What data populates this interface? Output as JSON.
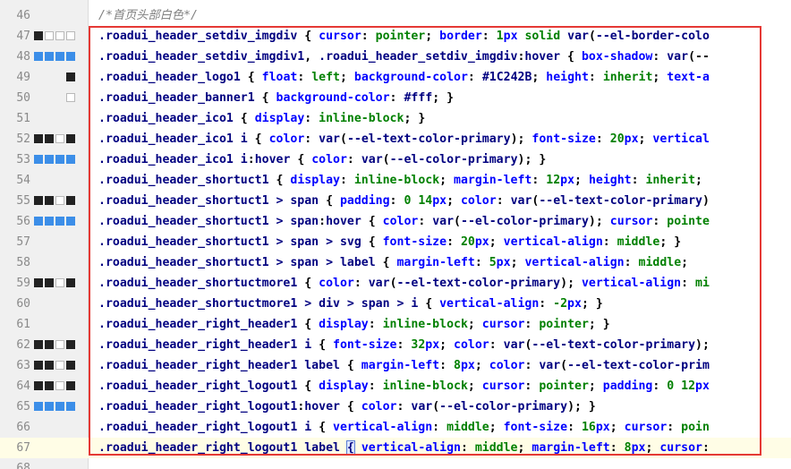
{
  "rows": [
    {
      "ln": "46",
      "sw": [],
      "tokens": [
        [
          "cm",
          "/*首页头部白色*/"
        ]
      ]
    },
    {
      "ln": "47",
      "sw": [
        "#222222",
        "#ffffff",
        "#ffffff",
        "#ffffff"
      ],
      "tokens": [
        [
          "sel",
          ".roadui_header_setdiv_imgdiv"
        ],
        [
          "punc",
          " { "
        ],
        [
          "p",
          "cursor"
        ],
        [
          "punc",
          ": "
        ],
        [
          "v",
          "pointer"
        ],
        [
          "punc",
          "; "
        ],
        [
          "p",
          "border"
        ],
        [
          "punc",
          ": "
        ],
        [
          "num",
          "1"
        ],
        [
          "u",
          "px"
        ],
        [
          "punc",
          " "
        ],
        [
          "v",
          "solid"
        ],
        [
          "punc",
          " "
        ],
        [
          "fn",
          "var"
        ],
        [
          "punc",
          "("
        ],
        [
          "str",
          "--el-border-colo"
        ]
      ]
    },
    {
      "ln": "48",
      "sw": [
        "#3c8ee8",
        "#3c8ee8",
        "#3c8ee8",
        "#3c8ee8"
      ],
      "tokens": [
        [
          "sel",
          ".roadui_header_setdiv_imgdiv1"
        ],
        [
          "punc",
          ", "
        ],
        [
          "sel",
          ".roadui_header_setdiv_imgdiv"
        ],
        [
          "punc",
          ":"
        ],
        [
          "sel",
          "hover"
        ],
        [
          "punc",
          " { "
        ],
        [
          "p",
          "box-shadow"
        ],
        [
          "punc",
          ": "
        ],
        [
          "fn",
          "var"
        ],
        [
          "punc",
          "(--"
        ]
      ]
    },
    {
      "ln": "49",
      "sw": [
        null,
        null,
        null,
        "#222222"
      ],
      "tokens": [
        [
          "sel",
          ".roadui_header_logo1"
        ],
        [
          "punc",
          " { "
        ],
        [
          "p",
          "float"
        ],
        [
          "punc",
          ": "
        ],
        [
          "v",
          "left"
        ],
        [
          "punc",
          "; "
        ],
        [
          "p",
          "background-color"
        ],
        [
          "punc",
          ": "
        ],
        [
          "sel",
          "#1C242B"
        ],
        [
          "punc",
          "; "
        ],
        [
          "p",
          "height"
        ],
        [
          "punc",
          ": "
        ],
        [
          "v",
          "inherit"
        ],
        [
          "punc",
          "; "
        ],
        [
          "p",
          "text-a"
        ]
      ]
    },
    {
      "ln": "50",
      "sw": [
        null,
        null,
        null,
        "#ffffff"
      ],
      "tokens": [
        [
          "sel",
          ".roadui_header_banner1"
        ],
        [
          "punc",
          " { "
        ],
        [
          "p",
          "background-color"
        ],
        [
          "punc",
          ": "
        ],
        [
          "sel",
          "#fff"
        ],
        [
          "punc",
          "; }"
        ]
      ]
    },
    {
      "ln": "51",
      "sw": [],
      "tokens": [
        [
          "sel",
          ".roadui_header_ico1"
        ],
        [
          "punc",
          " { "
        ],
        [
          "p",
          "display"
        ],
        [
          "punc",
          ": "
        ],
        [
          "v",
          "inline-block"
        ],
        [
          "punc",
          "; }"
        ]
      ]
    },
    {
      "ln": "52",
      "sw": [
        "#222222",
        "#222222",
        "#ffffff",
        "#222222"
      ],
      "tokens": [
        [
          "sel",
          ".roadui_header_ico1 i"
        ],
        [
          "punc",
          " { "
        ],
        [
          "p",
          "color"
        ],
        [
          "punc",
          ": "
        ],
        [
          "fn",
          "var"
        ],
        [
          "punc",
          "("
        ],
        [
          "str",
          "--el-text-color-primary"
        ],
        [
          "punc",
          "); "
        ],
        [
          "p",
          "font-size"
        ],
        [
          "punc",
          ": "
        ],
        [
          "num",
          "20"
        ],
        [
          "u",
          "px"
        ],
        [
          "punc",
          "; "
        ],
        [
          "p",
          "vertical"
        ]
      ]
    },
    {
      "ln": "53",
      "sw": [
        "#3c8ee8",
        "#3c8ee8",
        "#3c8ee8",
        "#3c8ee8"
      ],
      "tokens": [
        [
          "sel",
          ".roadui_header_ico1 i"
        ],
        [
          "punc",
          ":"
        ],
        [
          "sel",
          "hover"
        ],
        [
          "punc",
          " { "
        ],
        [
          "p",
          "color"
        ],
        [
          "punc",
          ": "
        ],
        [
          "fn",
          "var"
        ],
        [
          "punc",
          "("
        ],
        [
          "str",
          "--el-color-primary"
        ],
        [
          "punc",
          "); }"
        ]
      ]
    },
    {
      "ln": "54",
      "sw": [],
      "tokens": [
        [
          "sel",
          ".roadui_header_shortuct1"
        ],
        [
          "punc",
          " { "
        ],
        [
          "p",
          "display"
        ],
        [
          "punc",
          ": "
        ],
        [
          "v",
          "inline-block"
        ],
        [
          "punc",
          "; "
        ],
        [
          "p",
          "margin-left"
        ],
        [
          "punc",
          ": "
        ],
        [
          "num",
          "12"
        ],
        [
          "u",
          "px"
        ],
        [
          "punc",
          "; "
        ],
        [
          "p",
          "height"
        ],
        [
          "punc",
          ": "
        ],
        [
          "v",
          "inherit"
        ],
        [
          "punc",
          ";"
        ]
      ]
    },
    {
      "ln": "55",
      "sw": [
        "#222222",
        "#222222",
        "#ffffff",
        "#222222"
      ],
      "tokens": [
        [
          "sel",
          ".roadui_header_shortuct1 > span"
        ],
        [
          "punc",
          " { "
        ],
        [
          "p",
          "padding"
        ],
        [
          "punc",
          ": "
        ],
        [
          "num",
          "0 14"
        ],
        [
          "u",
          "px"
        ],
        [
          "punc",
          "; "
        ],
        [
          "p",
          "color"
        ],
        [
          "punc",
          ": "
        ],
        [
          "fn",
          "var"
        ],
        [
          "punc",
          "("
        ],
        [
          "str",
          "--el-text-color-primary"
        ],
        [
          "punc",
          ")"
        ]
      ]
    },
    {
      "ln": "56",
      "sw": [
        "#3c8ee8",
        "#3c8ee8",
        "#3c8ee8",
        "#3c8ee8"
      ],
      "tokens": [
        [
          "sel",
          ".roadui_header_shortuct1 > span"
        ],
        [
          "punc",
          ":"
        ],
        [
          "sel",
          "hover"
        ],
        [
          "punc",
          " { "
        ],
        [
          "p",
          "color"
        ],
        [
          "punc",
          ": "
        ],
        [
          "fn",
          "var"
        ],
        [
          "punc",
          "("
        ],
        [
          "str",
          "--el-color-primary"
        ],
        [
          "punc",
          "); "
        ],
        [
          "p",
          "cursor"
        ],
        [
          "punc",
          ": "
        ],
        [
          "v",
          "pointe"
        ]
      ]
    },
    {
      "ln": "57",
      "sw": [],
      "tokens": [
        [
          "sel",
          ".roadui_header_shortuct1 > span > svg"
        ],
        [
          "punc",
          " { "
        ],
        [
          "p",
          "font-size"
        ],
        [
          "punc",
          ": "
        ],
        [
          "num",
          "20"
        ],
        [
          "u",
          "px"
        ],
        [
          "punc",
          "; "
        ],
        [
          "p",
          "vertical-align"
        ],
        [
          "punc",
          ": "
        ],
        [
          "v",
          "middle"
        ],
        [
          "punc",
          "; }"
        ]
      ]
    },
    {
      "ln": "58",
      "sw": [],
      "tokens": [
        [
          "sel",
          ".roadui_header_shortuct1 > span > label"
        ],
        [
          "punc",
          " { "
        ],
        [
          "p",
          "margin-left"
        ],
        [
          "punc",
          ": "
        ],
        [
          "num",
          "5"
        ],
        [
          "u",
          "px"
        ],
        [
          "punc",
          "; "
        ],
        [
          "p",
          "vertical-align"
        ],
        [
          "punc",
          ": "
        ],
        [
          "v",
          "middle"
        ],
        [
          "punc",
          "; "
        ]
      ]
    },
    {
      "ln": "59",
      "sw": [
        "#222222",
        "#222222",
        "#ffffff",
        "#222222"
      ],
      "tokens": [
        [
          "sel",
          ".roadui_header_shortuctmore1"
        ],
        [
          "punc",
          " { "
        ],
        [
          "p",
          "color"
        ],
        [
          "punc",
          ": "
        ],
        [
          "fn",
          "var"
        ],
        [
          "punc",
          "("
        ],
        [
          "str",
          "--el-text-color-primary"
        ],
        [
          "punc",
          "); "
        ],
        [
          "p",
          "vertical-align"
        ],
        [
          "punc",
          ": "
        ],
        [
          "v",
          "mi"
        ]
      ]
    },
    {
      "ln": "60",
      "sw": [],
      "tokens": [
        [
          "sel",
          ".roadui_header_shortuctmore1 > div > span > i"
        ],
        [
          "punc",
          " { "
        ],
        [
          "p",
          "vertical-align"
        ],
        [
          "punc",
          ": "
        ],
        [
          "num",
          "-2"
        ],
        [
          "u",
          "px"
        ],
        [
          "punc",
          "; }"
        ]
      ]
    },
    {
      "ln": "61",
      "sw": [],
      "tokens": [
        [
          "sel",
          ".roadui_header_right_header1"
        ],
        [
          "punc",
          " { "
        ],
        [
          "p",
          "display"
        ],
        [
          "punc",
          ": "
        ],
        [
          "v",
          "inline-block"
        ],
        [
          "punc",
          "; "
        ],
        [
          "p",
          "cursor"
        ],
        [
          "punc",
          ": "
        ],
        [
          "v",
          "pointer"
        ],
        [
          "punc",
          "; }"
        ]
      ]
    },
    {
      "ln": "62",
      "sw": [
        "#222222",
        "#222222",
        "#ffffff",
        "#222222"
      ],
      "tokens": [
        [
          "sel",
          ".roadui_header_right_header1 i"
        ],
        [
          "punc",
          " { "
        ],
        [
          "p",
          "font-size"
        ],
        [
          "punc",
          ": "
        ],
        [
          "num",
          "32"
        ],
        [
          "u",
          "px"
        ],
        [
          "punc",
          "; "
        ],
        [
          "p",
          "color"
        ],
        [
          "punc",
          ": "
        ],
        [
          "fn",
          "var"
        ],
        [
          "punc",
          "("
        ],
        [
          "str",
          "--el-text-color-primary"
        ],
        [
          "punc",
          ");"
        ]
      ]
    },
    {
      "ln": "63",
      "sw": [
        "#222222",
        "#222222",
        "#ffffff",
        "#222222"
      ],
      "tokens": [
        [
          "sel",
          ".roadui_header_right_header1 label"
        ],
        [
          "punc",
          " { "
        ],
        [
          "p",
          "margin-left"
        ],
        [
          "punc",
          ": "
        ],
        [
          "num",
          "8"
        ],
        [
          "u",
          "px"
        ],
        [
          "punc",
          "; "
        ],
        [
          "p",
          "color"
        ],
        [
          "punc",
          ": "
        ],
        [
          "fn",
          "var"
        ],
        [
          "punc",
          "("
        ],
        [
          "str",
          "--el-text-color-prim"
        ]
      ]
    },
    {
      "ln": "64",
      "sw": [
        "#222222",
        "#222222",
        "#ffffff",
        "#222222"
      ],
      "tokens": [
        [
          "sel",
          ".roadui_header_right_logout1"
        ],
        [
          "punc",
          " { "
        ],
        [
          "p",
          "display"
        ],
        [
          "punc",
          ": "
        ],
        [
          "v",
          "inline-block"
        ],
        [
          "punc",
          "; "
        ],
        [
          "p",
          "cursor"
        ],
        [
          "punc",
          ": "
        ],
        [
          "v",
          "pointer"
        ],
        [
          "punc",
          "; "
        ],
        [
          "p",
          "padding"
        ],
        [
          "punc",
          ": "
        ],
        [
          "num",
          "0 12"
        ],
        [
          "u",
          "px"
        ]
      ]
    },
    {
      "ln": "65",
      "sw": [
        "#3c8ee8",
        "#3c8ee8",
        "#3c8ee8",
        "#3c8ee8"
      ],
      "tokens": [
        [
          "sel",
          ".roadui_header_right_logout1"
        ],
        [
          "punc",
          ":"
        ],
        [
          "sel",
          "hover"
        ],
        [
          "punc",
          " { "
        ],
        [
          "p",
          "color"
        ],
        [
          "punc",
          ": "
        ],
        [
          "fn",
          "var"
        ],
        [
          "punc",
          "("
        ],
        [
          "str",
          "--el-color-primary"
        ],
        [
          "punc",
          "); }"
        ]
      ]
    },
    {
      "ln": "66",
      "sw": [],
      "tokens": [
        [
          "sel",
          ".roadui_header_right_logout1 i"
        ],
        [
          "punc",
          " { "
        ],
        [
          "p",
          "vertical-align"
        ],
        [
          "punc",
          ": "
        ],
        [
          "v",
          "middle"
        ],
        [
          "punc",
          "; "
        ],
        [
          "p",
          "font-size"
        ],
        [
          "punc",
          ": "
        ],
        [
          "num",
          "16"
        ],
        [
          "u",
          "px"
        ],
        [
          "punc",
          "; "
        ],
        [
          "p",
          "cursor"
        ],
        [
          "punc",
          ": "
        ],
        [
          "v",
          "poin"
        ]
      ]
    },
    {
      "ln": "67",
      "sw": [],
      "current": true,
      "tokens": [
        [
          "sel",
          ".roadui_header_right_logout1 label"
        ],
        [
          "punc",
          " "
        ],
        [
          "brace-match",
          "{"
        ],
        [
          "punc",
          " "
        ],
        [
          "p",
          "vertical-align"
        ],
        [
          "punc",
          ": "
        ],
        [
          "v",
          "middle"
        ],
        [
          "punc",
          "; "
        ],
        [
          "p",
          "margin-left"
        ],
        [
          "punc",
          ": "
        ],
        [
          "num",
          "8"
        ],
        [
          "u",
          "px"
        ],
        [
          "punc",
          "; "
        ],
        [
          "p",
          "cursor"
        ],
        [
          "punc",
          ":"
        ]
      ]
    },
    {
      "ln": "68",
      "sw": [],
      "tokens": []
    }
  ],
  "colors": {
    "gutter_bg": "#f0f0f0",
    "current_line_bg": "#fffde6",
    "highlight_box": "#e53935"
  }
}
